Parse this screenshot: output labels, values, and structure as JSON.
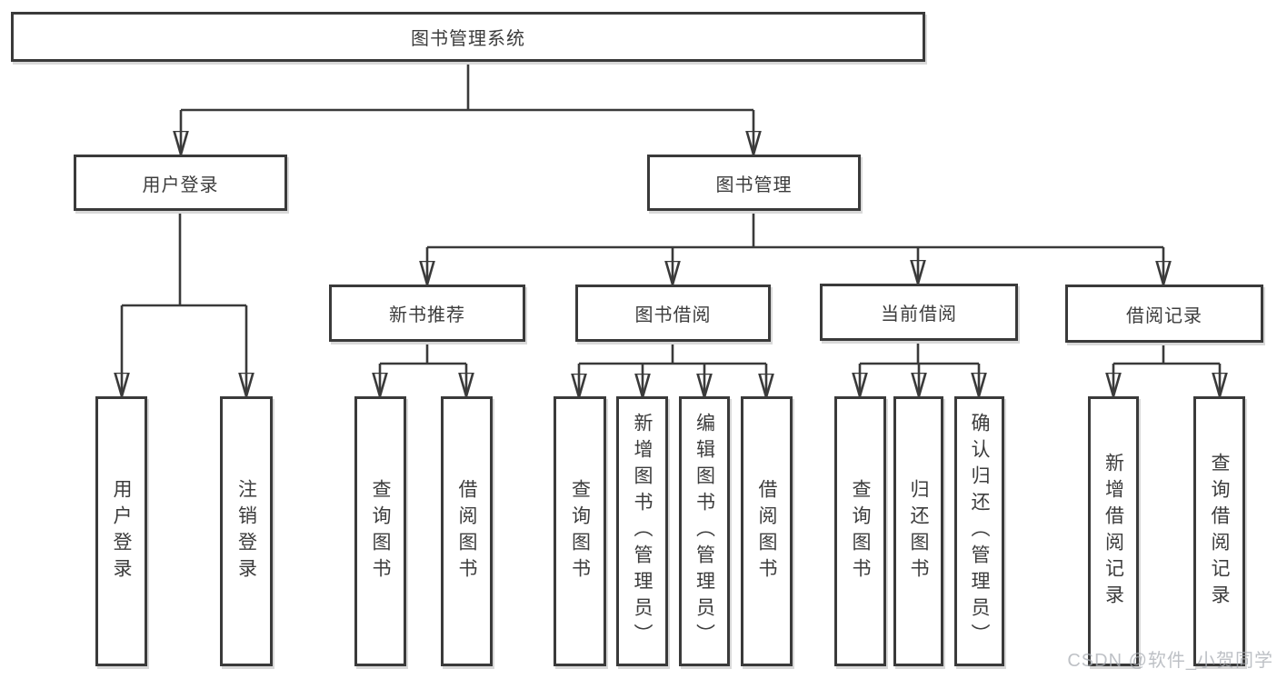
{
  "diagram": {
    "title": "图书管理系统",
    "level2": [
      {
        "id": "user-login",
        "label": "用户登录"
      },
      {
        "id": "book-management",
        "label": "图书管理"
      }
    ],
    "level3": [
      {
        "id": "new-book-recommend",
        "label": "新书推荐"
      },
      {
        "id": "book-borrow",
        "label": "图书借阅"
      },
      {
        "id": "current-borrow",
        "label": "当前借阅"
      },
      {
        "id": "borrow-records",
        "label": "借阅记录"
      }
    ],
    "leaves": [
      {
        "id": "leaf-user-login",
        "parent": "用户登录",
        "label": "用户登录"
      },
      {
        "id": "leaf-logout",
        "parent": "用户登录",
        "label": "注销登录"
      },
      {
        "id": "leaf-query-book-recommend",
        "parent": "新书推荐",
        "label": "查询图书"
      },
      {
        "id": "leaf-borrow-book-recommend",
        "parent": "新书推荐",
        "label": "借阅图书"
      },
      {
        "id": "leaf-query-book-borrow",
        "parent": "图书借阅",
        "label": "查询图书"
      },
      {
        "id": "leaf-add-book",
        "parent": "图书借阅",
        "label": "新增图书（管理员）"
      },
      {
        "id": "leaf-edit-book",
        "parent": "图书借阅",
        "label": "编辑图书（管理员）"
      },
      {
        "id": "leaf-borrow-book",
        "parent": "图书借阅",
        "label": "借阅图书"
      },
      {
        "id": "leaf-query-book-current",
        "parent": "当前借阅",
        "label": "查询图书"
      },
      {
        "id": "leaf-return-book",
        "parent": "当前借阅",
        "label": "归还图书"
      },
      {
        "id": "leaf-confirm-return",
        "parent": "当前借阅",
        "label": "确认归还（管理员）"
      },
      {
        "id": "leaf-add-borrow-record",
        "parent": "借阅记录",
        "label": "新增借阅记录"
      },
      {
        "id": "leaf-query-borrow-record",
        "parent": "借阅记录",
        "label": "查询借阅记录"
      }
    ]
  },
  "watermark": "CSDN @软件_小贺同学",
  "colors": {
    "line": "#3a3a3a",
    "box_border": "#3a3a3a",
    "text": "#3c3c3c",
    "background": "#ffffff",
    "watermark": "#a9adb3"
  }
}
